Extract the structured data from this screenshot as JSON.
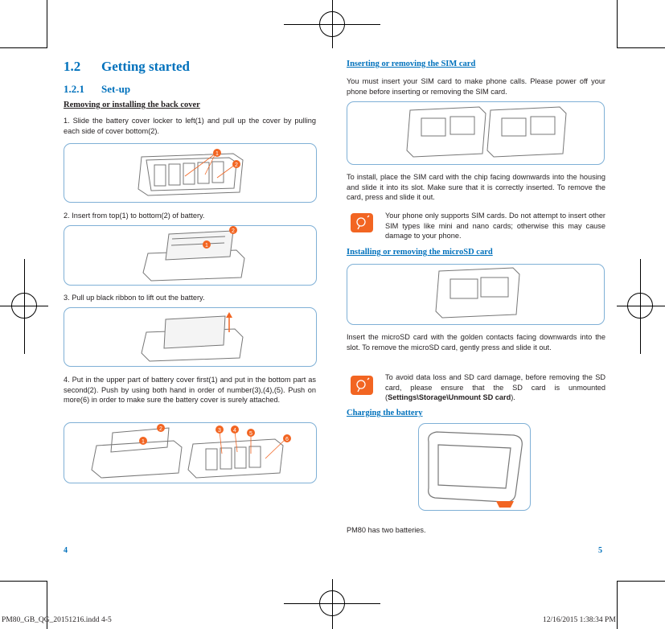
{
  "left": {
    "section_number": "1.2",
    "section_title": "Getting started",
    "subsection_number": "1.2.1",
    "subsection_title": "Set-up",
    "back_cover_heading": "Removing or installing the back cover",
    "step1": "1. Slide the battery cover locker to left(1) and pull up the cover by pulling each side of cover bottom(2).",
    "step2": "2. Insert from top(1) to bottom(2) of battery.",
    "step3": "3. Pull up black ribbon to lift out the battery.",
    "step4": "4. Put in the upper part of battery cover first(1) and put in the bottom part as second(2). Push by using both hand in order of number(3),(4),(5). Push on more(6) in order to make sure the battery cover is surely attached.",
    "fig1_markers": [
      "1",
      "2"
    ],
    "fig2_markers": [
      "1",
      "2"
    ],
    "fig4_markers": [
      "2",
      "1",
      "3",
      "4",
      "5",
      "6"
    ],
    "page_number": "4"
  },
  "right": {
    "sim_heading": "Inserting or removing the SIM card",
    "sim_intro": "You must insert your SIM card to make phone calls. Please power off your phone before inserting or removing the SIM card.",
    "sim_install": "To install, place the SIM card with the chip facing downwards into the housing and slide it into its slot. Make sure that it is correctly inserted. To remove the card, press and slide it out.",
    "sim_note": "Your phone only supports SIM cards. Do not attempt to insert other SIM types like mini and nano cards; otherwise this may cause damage to your phone.",
    "sd_heading": "Installing or removing the microSD card",
    "sd_text": "Insert the microSD card with the golden contacts facing downwards into the slot. To remove the microSD card, gently press and slide it out.",
    "sd_note_prefix": "To avoid data loss and SD card damage, before removing the SD card, please ensure that the SD card is unmounted (",
    "sd_note_bold": "Settings\\Storage\\Unmount SD card",
    "sd_note_suffix": ").",
    "charging_heading": "Charging the battery",
    "batteries_text": "PM80 has two batteries.",
    "page_number": "5"
  },
  "slug": {
    "file": "PM80_GB_QG_20151216.indd   4-5",
    "timestamp": "12/16/2015   1:38:34 PM"
  },
  "colors": {
    "accent_blue": "#0071bc",
    "marker_orange": "#f26522",
    "frame_blue": "#7fb0d6"
  }
}
